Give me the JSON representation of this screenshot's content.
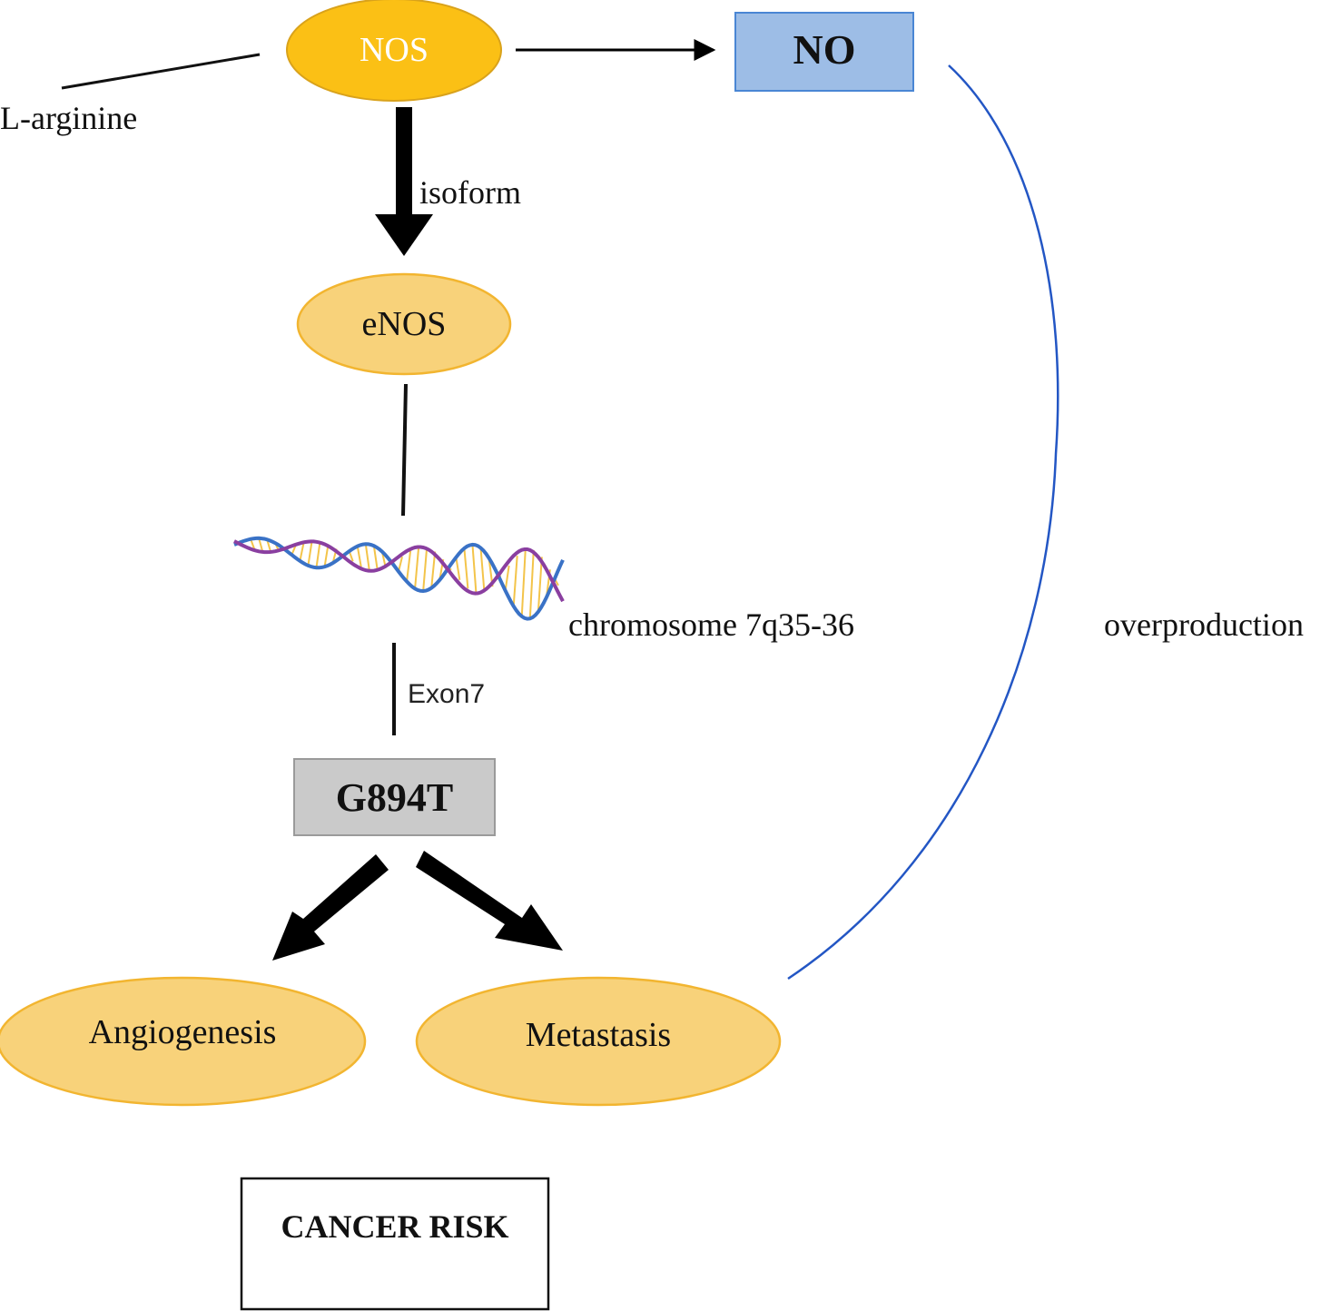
{
  "colors": {
    "nos_fill": "#FBC015",
    "nos_stroke": "#D9A21B",
    "ellipse_fill": "#F8D27A",
    "ellipse_stroke": "#F2B530",
    "no_fill": "#9DBDE6",
    "no_stroke": "#4A86D4",
    "g894t_fill": "#CACACA",
    "g894t_stroke": "#9A9A9A",
    "curve": "#2356C4",
    "arrow": "#000000",
    "dna_strand_a": "#3A72C6",
    "dna_strand_b": "#8A3FA0",
    "dna_rungs": "#F3C44A"
  },
  "nodes": {
    "nos": "NOS",
    "no": "NO",
    "enos": "eNOS",
    "g894t": "G894T",
    "angiogenesis": "Angiogenesis",
    "metastasis": "Metastasis",
    "cancer_risk": "CANCER RISK"
  },
  "labels": {
    "l_arginine": "L-arginine",
    "isoform": "isoform",
    "chromosome": "chromosome 7q35-36",
    "exon": "Exon7",
    "overproduction": "overproduction"
  },
  "icons": {
    "dna": "dna-helix-icon"
  }
}
